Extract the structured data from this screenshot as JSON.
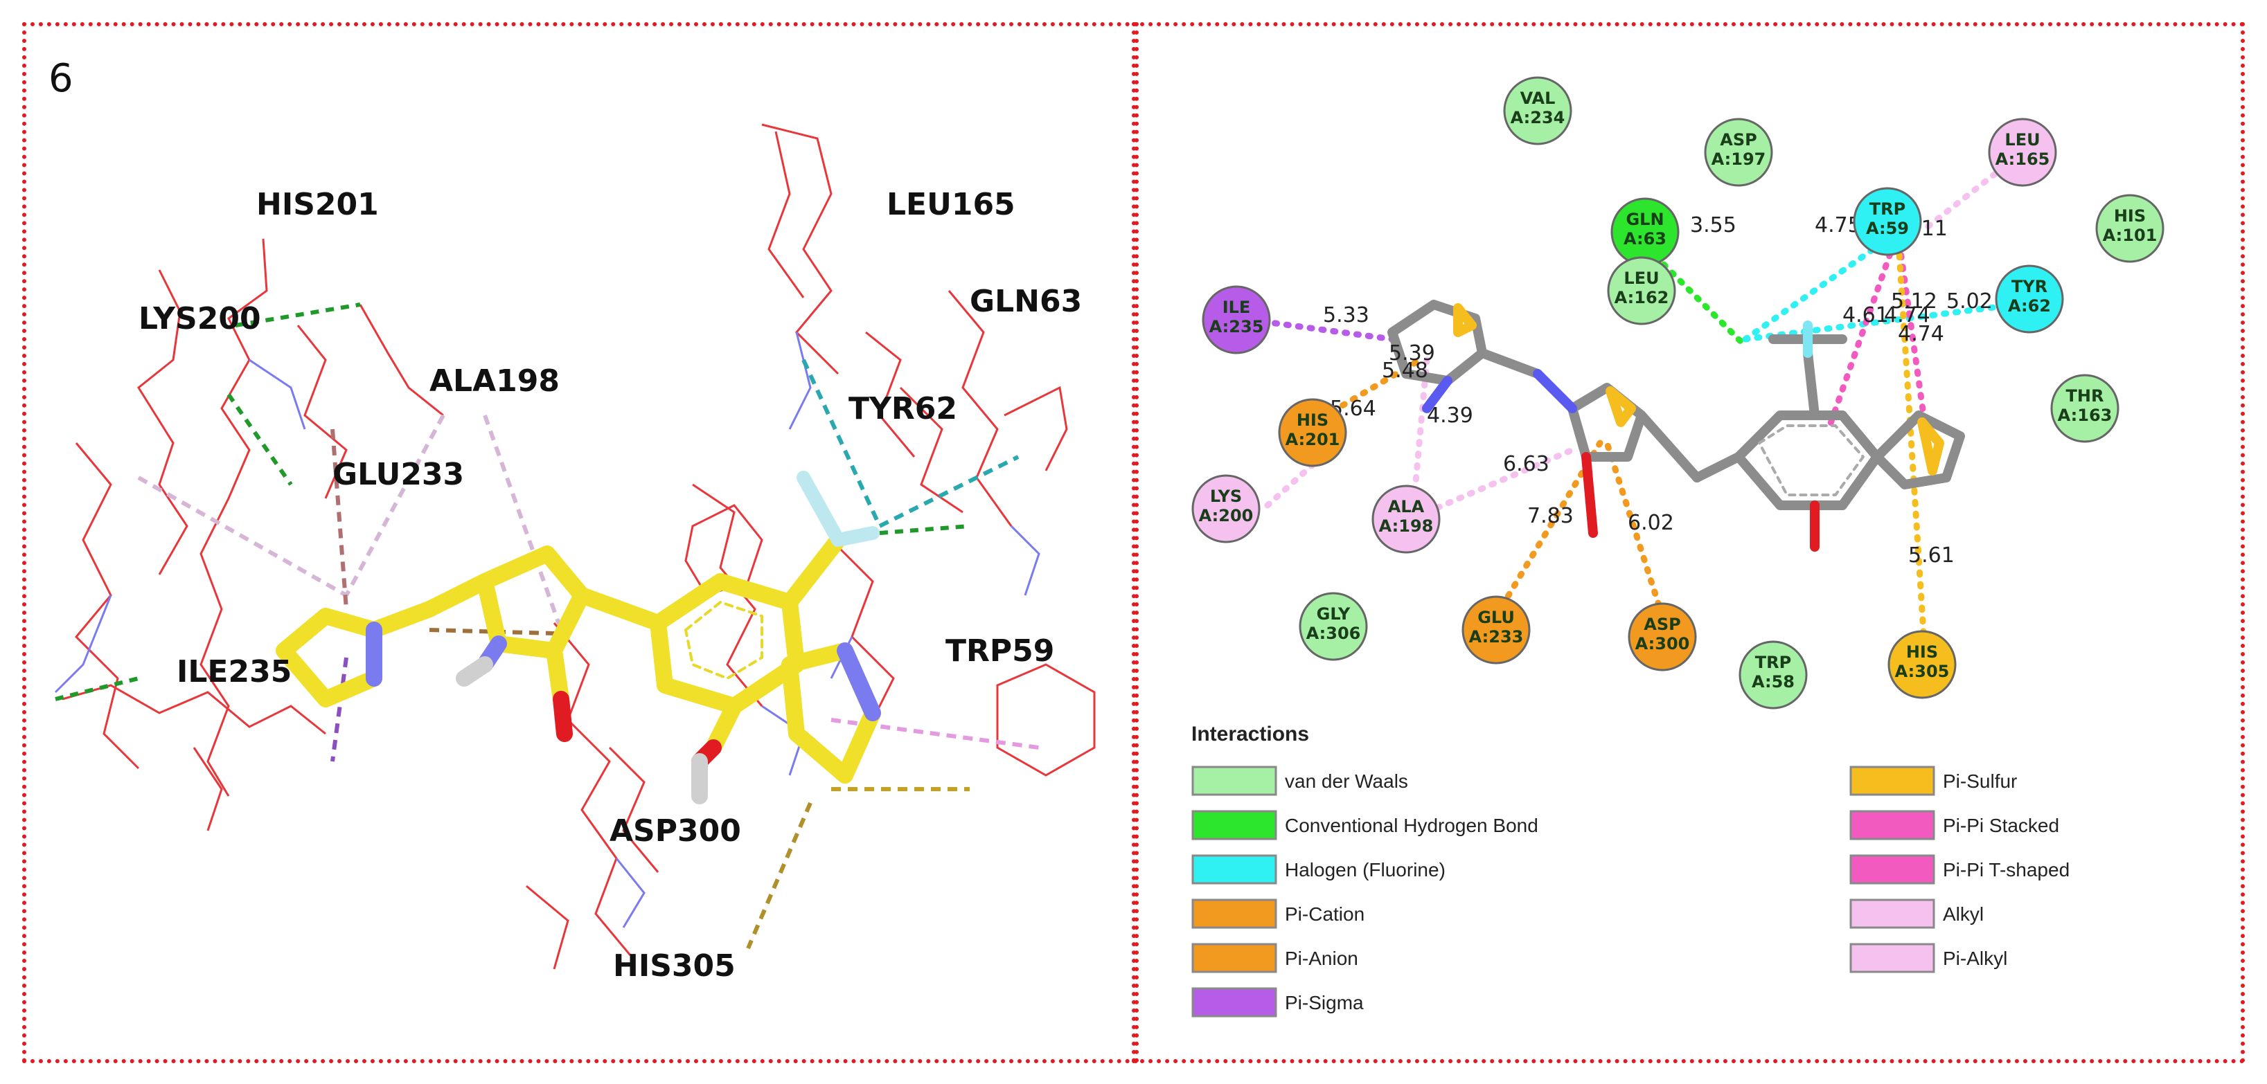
{
  "panel_number": "6",
  "residues_3d": [
    "HIS201",
    "LYS200",
    "ALA198",
    "GLU233",
    "ILE235",
    "LEU165",
    "GLN63",
    "TYR62",
    "TRP59",
    "ASP300",
    "HIS305"
  ],
  "residues_2d": [
    {
      "name": "VAL",
      "id": "A:234",
      "type": "vdw"
    },
    {
      "name": "ASP",
      "id": "A:197",
      "type": "vdw"
    },
    {
      "name": "LEU",
      "id": "A:165",
      "type": "alkyl"
    },
    {
      "name": "GLN",
      "id": "A:63",
      "type": "hbond"
    },
    {
      "name": "TRP",
      "id": "A:59",
      "type": "halogen"
    },
    {
      "name": "HIS",
      "id": "A:101",
      "type": "vdw"
    },
    {
      "name": "LEU",
      "id": "A:162",
      "type": "vdw"
    },
    {
      "name": "TYR",
      "id": "A:62",
      "type": "halogen"
    },
    {
      "name": "ILE",
      "id": "A:235",
      "type": "pisigma"
    },
    {
      "name": "THR",
      "id": "A:163",
      "type": "vdw"
    },
    {
      "name": "HIS",
      "id": "A:201",
      "type": "pication"
    },
    {
      "name": "LYS",
      "id": "A:200",
      "type": "alkyl"
    },
    {
      "name": "ALA",
      "id": "A:198",
      "type": "alkyl"
    },
    {
      "name": "GLY",
      "id": "A:306",
      "type": "vdw"
    },
    {
      "name": "GLU",
      "id": "A:233",
      "type": "pication"
    },
    {
      "name": "ASP",
      "id": "A:300",
      "type": "pication"
    },
    {
      "name": "TRP",
      "id": "A:58",
      "type": "vdw"
    },
    {
      "name": "HIS",
      "id": "A:305",
      "type": "pisulfur"
    }
  ],
  "distances": [
    "5.33",
    "5.39",
    "5.48",
    "5.64",
    "4.39",
    "6.63",
    "7.83",
    "6.02",
    "3.55",
    "4.75",
    "5.11",
    "5.12",
    "5.02",
    "4.61",
    "4.74",
    "4.74",
    "5.61"
  ],
  "legend": {
    "title": "Interactions",
    "items_left": [
      "van der Waals",
      "Conventional Hydrogen Bond",
      "Halogen (Fluorine)",
      "Pi-Cation",
      "Pi-Anion",
      "Pi-Sigma"
    ],
    "items_right": [
      "Pi-Sulfur",
      "Pi-Pi Stacked",
      "Pi-Pi T-shaped",
      "Alkyl",
      "Pi-Alkyl"
    ]
  },
  "colors": {
    "frame": "#e01b22",
    "vdw": "#a6f0a6",
    "hbond": "#2de52d",
    "halogen": "#2ff0f2",
    "pication": "#f29a20",
    "pisigma": "#b65ce8",
    "pisulfur": "#f5be1e",
    "pipi": "#f25ac0",
    "alkyl": "#f5c2f0",
    "ligand_3d": "#f0e02a",
    "ligand_2d": "#8c8c8c"
  }
}
